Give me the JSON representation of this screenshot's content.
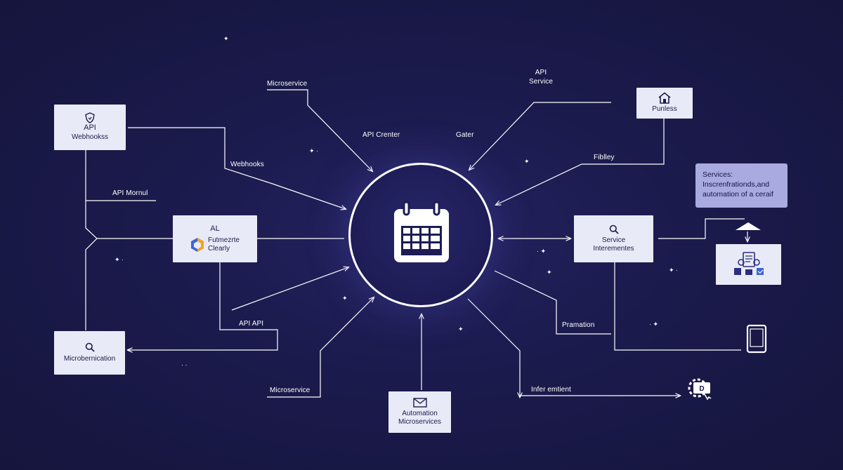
{
  "hub": {
    "icon": "calendar-icon"
  },
  "nodes": {
    "api_webhooks": {
      "title": "API",
      "subtitle": "Webhookss",
      "icon": "shield-icon"
    },
    "al": {
      "title": "AL",
      "line1": "Futmezrte",
      "line2": "Clearly",
      "icon": "hexagon-logo-icon"
    },
    "microbernication": {
      "title": "Microbernication",
      "icon": "search-icon"
    },
    "automation": {
      "line1": "Automation",
      "line2": "Microservices",
      "icon": "mail-icon"
    },
    "service_interementes": {
      "line1": "Service",
      "line2": "Interementes",
      "icon": "search-icon"
    },
    "punless": {
      "title": "Punless",
      "icon": "house-icon"
    },
    "device_box": {
      "icon": "device-network-icon"
    }
  },
  "services_card": {
    "line1": "Services:",
    "line2": "Inscrenfrationds,and",
    "line3": "automation of a ceraif"
  },
  "labels": {
    "microservice_top": "Microservice",
    "api_service_1": "API",
    "api_service_2": "Service",
    "api_crenter": "API Crenter",
    "gater": "Gater",
    "webhooks": "Webhooks",
    "fiblley": "Fiblley",
    "api_mornul": "API Mornul",
    "api_api": "API API",
    "pramation": "Pramation",
    "microservice_bottom": "Microservice",
    "infer_emtient": "Infer emtient"
  },
  "icons": {
    "phone": "smartphone-icon",
    "gear_badge": "gear-badge-icon",
    "triangle": "triangle-up-icon"
  },
  "colors": {
    "background": "#1b1a4c",
    "node_fill": "#e9eaf7",
    "card_fill": "#a9aae0",
    "line": "#ffffff"
  }
}
